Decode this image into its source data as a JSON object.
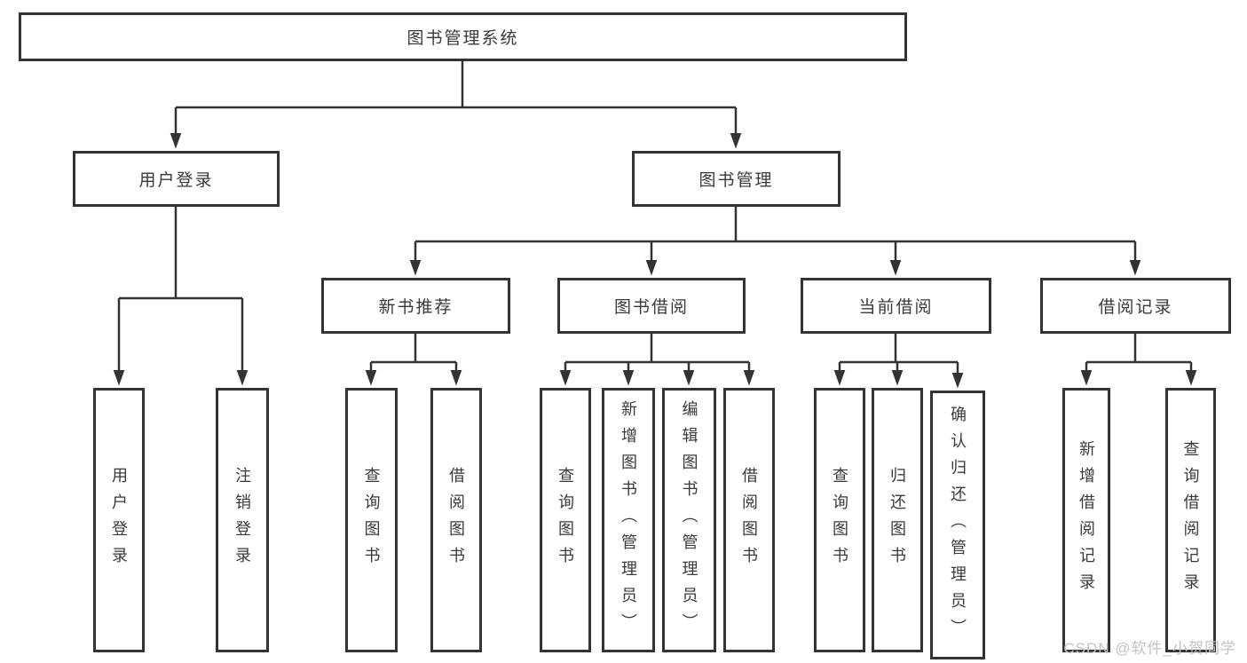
{
  "diagram_title": "图书管理系统",
  "tree": {
    "label": "图书管理系统",
    "children": [
      {
        "label": "用户登录",
        "children": [
          {
            "label": "用户登录"
          },
          {
            "label": "注销登录"
          }
        ]
      },
      {
        "label": "图书管理",
        "children": [
          {
            "label": "新书推荐",
            "children": [
              {
                "label": "查询图书"
              },
              {
                "label": "借阅图书"
              }
            ]
          },
          {
            "label": "图书借阅",
            "children": [
              {
                "label": "查询图书"
              },
              {
                "label": "新增图书（管理员）"
              },
              {
                "label": "编辑图书（管理员）"
              },
              {
                "label": "借阅图书"
              }
            ]
          },
          {
            "label": "当前借阅",
            "children": [
              {
                "label": "查询图书"
              },
              {
                "label": "归还图书"
              },
              {
                "label": "确认归还（管理员）"
              }
            ]
          },
          {
            "label": "借阅记录",
            "children": [
              {
                "label": "新增借阅记录"
              },
              {
                "label": "查询借阅记录"
              }
            ]
          }
        ]
      }
    ]
  },
  "watermark": "CSDN @软件_小贺同学",
  "colors": {
    "line": "#333333",
    "box_border": "#333333",
    "text": "#3a3a3a",
    "watermark": "#c3c3c3",
    "background": "#ffffff"
  }
}
